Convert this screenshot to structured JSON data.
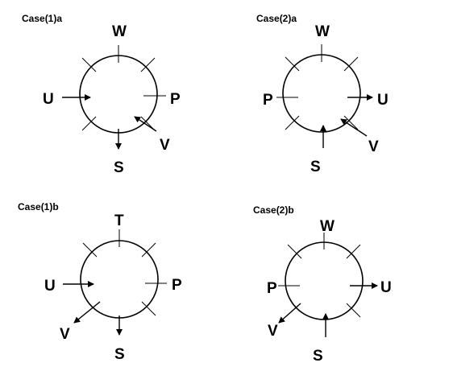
{
  "panels": [
    {
      "caption": "Case(1)a",
      "top": "W",
      "left": "U",
      "right": "P",
      "bottom": "S",
      "diag": "V"
    },
    {
      "caption": "Case(2)a",
      "top": "W",
      "left": "P",
      "right": "U",
      "bottom": "S",
      "diag": "V"
    },
    {
      "caption": "Case(1)b",
      "top": "T",
      "left": "U",
      "right": "P",
      "bottom": "S",
      "diag": "V"
    },
    {
      "caption": "Case(2)b",
      "top": "W",
      "left": "P",
      "right": "U",
      "bottom": "S",
      "diag": "V"
    }
  ]
}
